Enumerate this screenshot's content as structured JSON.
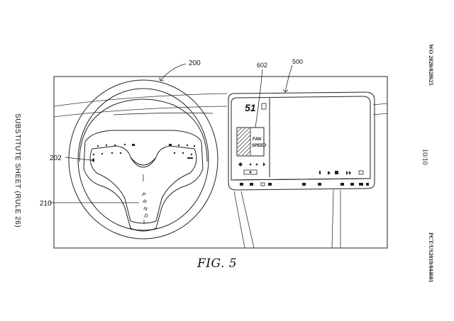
{
  "side_text": {
    "left": "SUBSTITUTE SHEET (RULE 26)",
    "right_top": "WO 2020/028625",
    "right_middle": "10/10",
    "right_bottom": "PCT/US2019/044601"
  },
  "figure_label": "FIG. 5",
  "reference_numerals": {
    "steering_wheel": "200",
    "buttons": "202",
    "gear_indicator": "210",
    "display": "500",
    "fan_widget": "602"
  },
  "display": {
    "value": "51",
    "fan_line1": "FAN",
    "fan_line2": "SPEED"
  },
  "gear_letters": [
    "P",
    "R",
    "N",
    "D"
  ]
}
